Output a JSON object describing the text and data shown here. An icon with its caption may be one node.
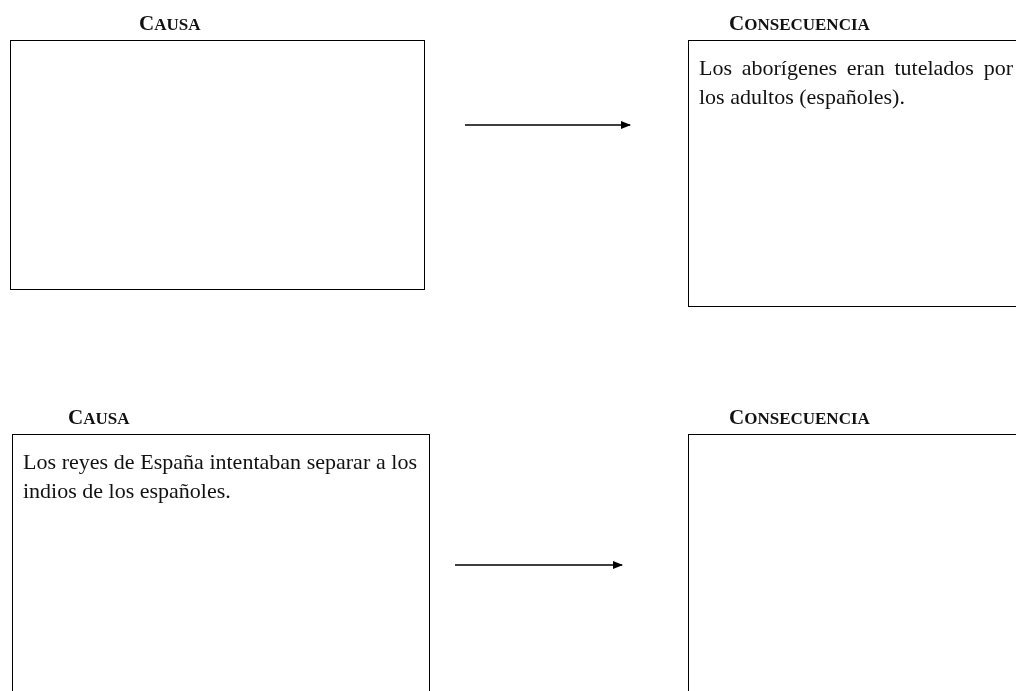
{
  "diagram": {
    "nodes": [
      {
        "text": [
          "CAUSA"
        ]
      },
      {
        "text": [
          "CONSECUENCIA",
          "Los aborígenes eran tutelados por los adultos (españoles)."
        ]
      },
      {
        "text": [
          "CAUSA",
          "Los reyes de España intentaban separar a los indios de los españoles."
        ]
      },
      {
        "text": [
          "CONSECUENCIA"
        ]
      }
    ],
    "edges": [
      {
        "from": 0,
        "to": 1,
        "arrow": "to"
      },
      {
        "from": 2,
        "to": 3,
        "arrow": "to"
      }
    ]
  }
}
